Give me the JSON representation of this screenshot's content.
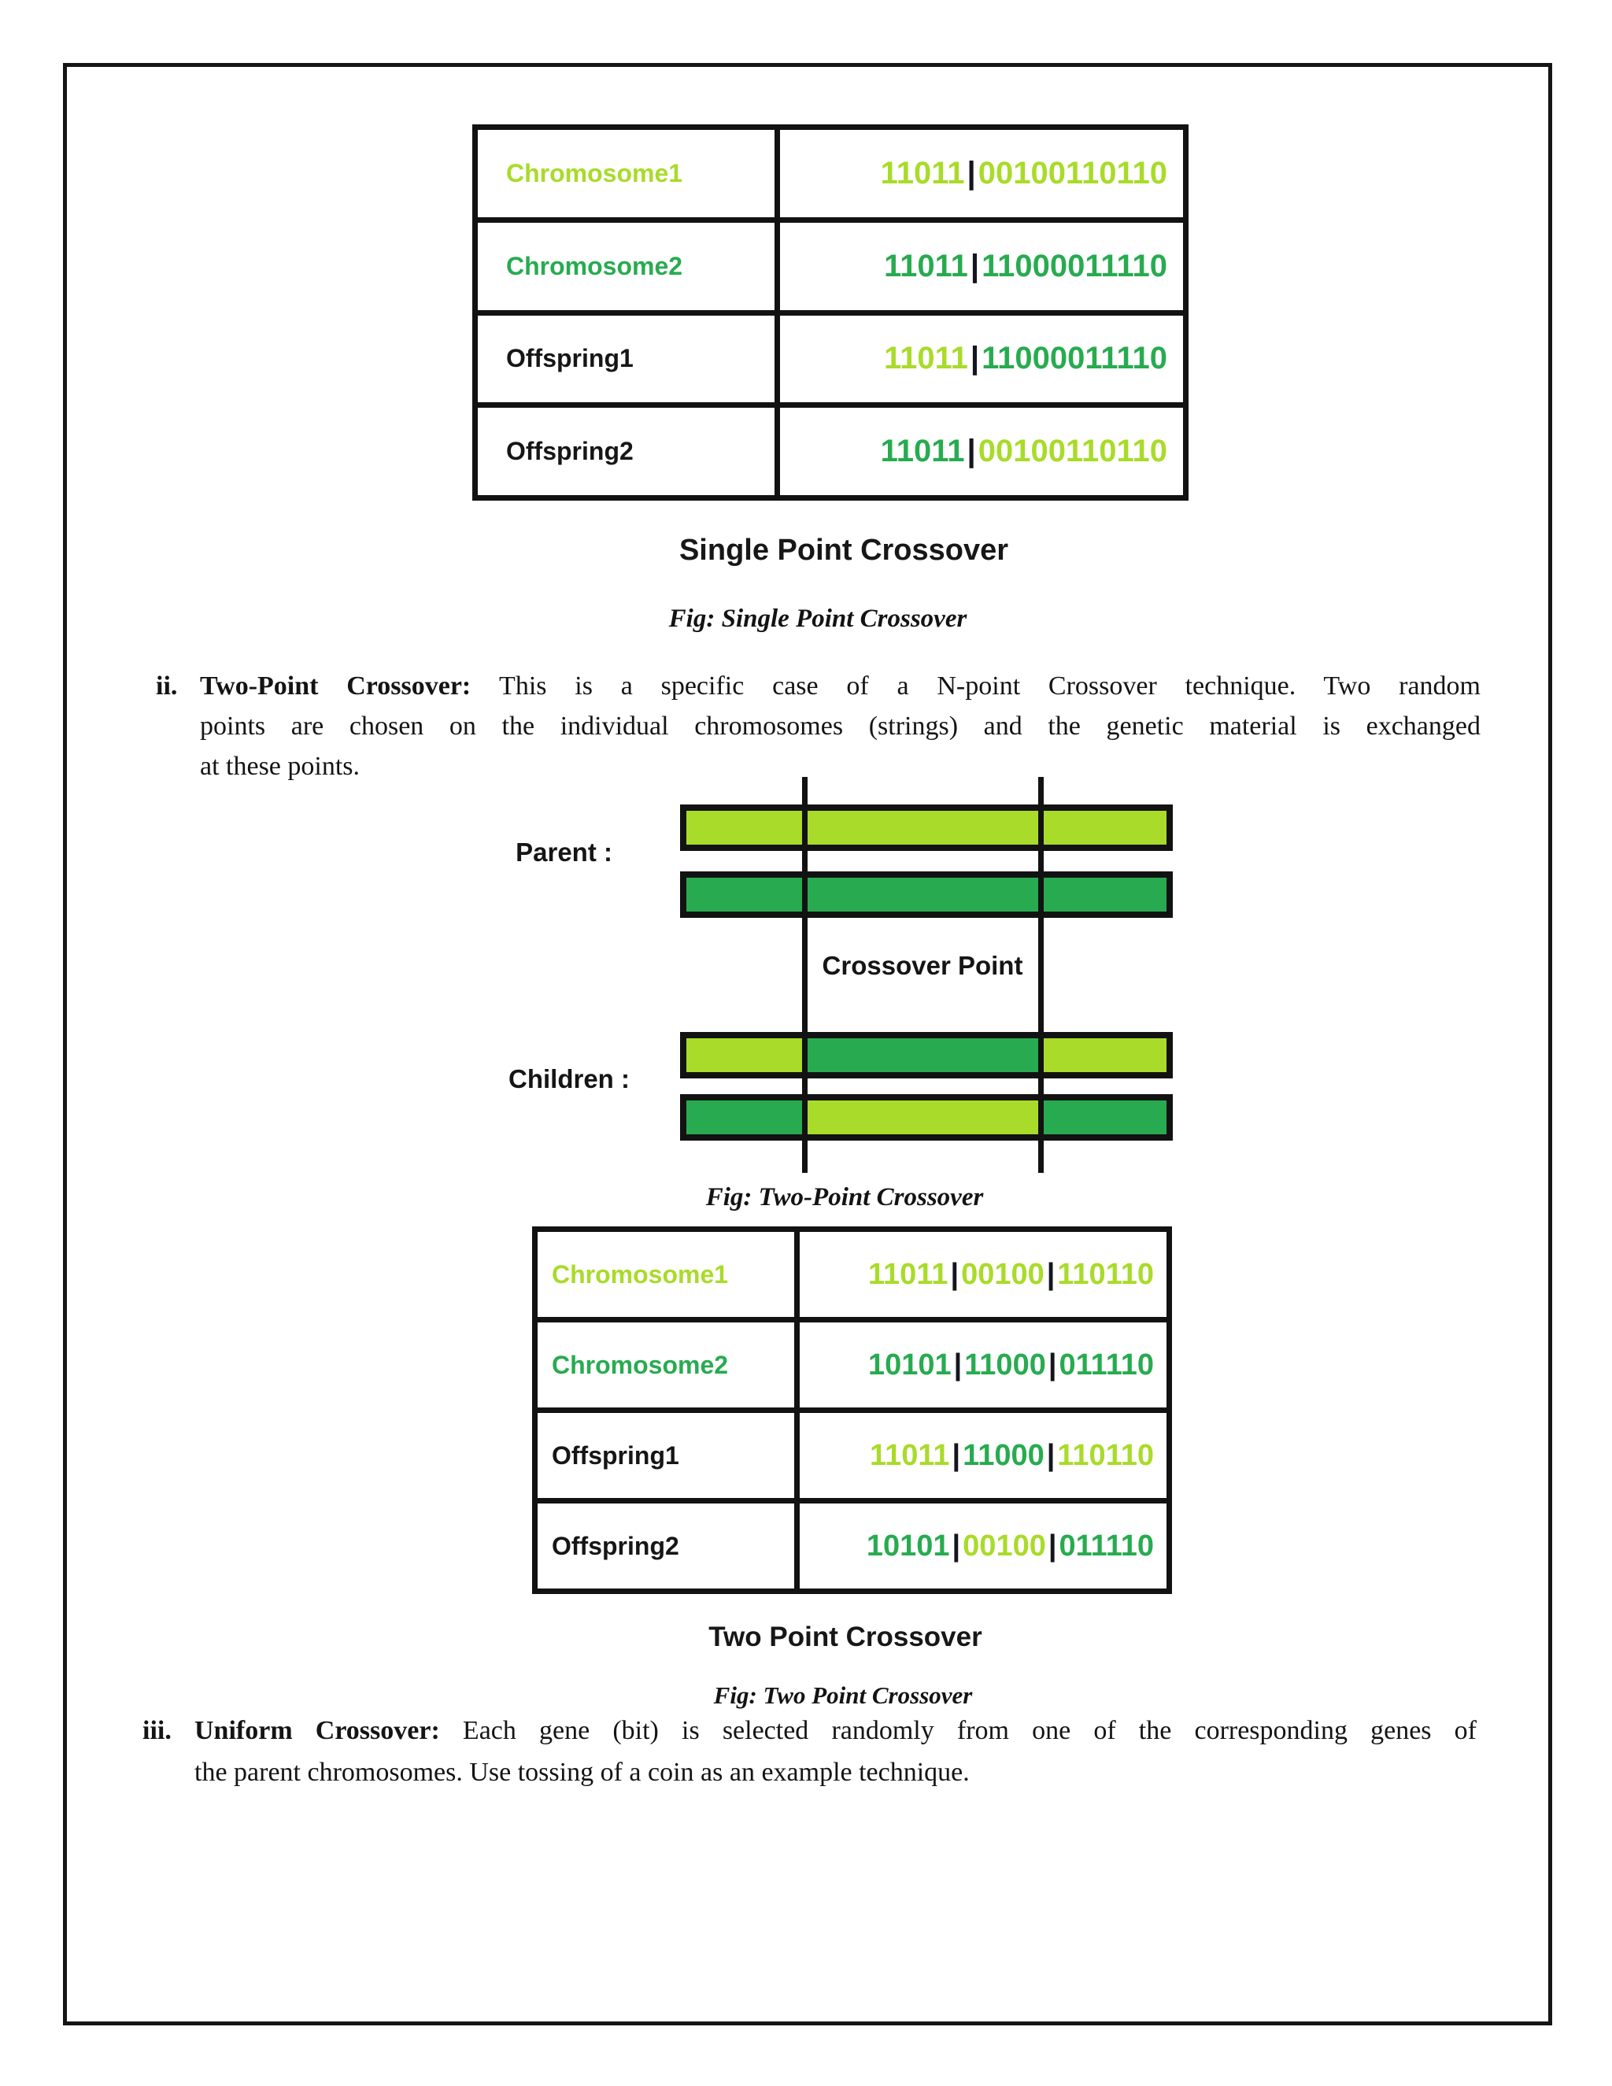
{
  "colors": {
    "light_green": "#a9db2a",
    "dark_green": "#28ab50",
    "pipe_black": "#15151f",
    "table_border": "#121212"
  },
  "single_point": {
    "caption": "Single Point Crossover",
    "fig_caption": "Fig: Single Point Crossover",
    "rows": [
      {
        "label": "Chromosome1",
        "label_color": "light",
        "segments": [
          {
            "t": "11011",
            "c": "light"
          },
          {
            "t": "|",
            "c": "pipe"
          },
          {
            "t": "00100110110",
            "c": "light"
          }
        ]
      },
      {
        "label": "Chromosome2",
        "label_color": "dark",
        "segments": [
          {
            "t": "11011",
            "c": "dark"
          },
          {
            "t": "|",
            "c": "pipe"
          },
          {
            "t": "11000011110",
            "c": "dark"
          }
        ]
      },
      {
        "label": "Offspring1",
        "label_color": "black",
        "segments": [
          {
            "t": "11011",
            "c": "light"
          },
          {
            "t": "|",
            "c": "pipe"
          },
          {
            "t": "11000011110",
            "c": "dark"
          }
        ]
      },
      {
        "label": "Offspring2",
        "label_color": "black",
        "segments": [
          {
            "t": "11011",
            "c": "dark"
          },
          {
            "t": "|",
            "c": "pipe"
          },
          {
            "t": "00100110110",
            "c": "light"
          }
        ]
      }
    ]
  },
  "section_two_point": {
    "marker": "ii.",
    "lead": "Two-Point Crossover:",
    "lines": [
      "This is a specific case of a N-point Crossover technique. Two random",
      "points are chosen on the individual chromosomes (strings) and the genetic material is exchanged",
      "at these points."
    ]
  },
  "diagram": {
    "parent_label": "Parent :",
    "children_label": "Children :",
    "crossover_label": "Crossover Point",
    "fig_caption": "Fig: Two-Point Crossover",
    "parent_bars": [
      "light",
      "dark"
    ],
    "child_bars": [
      [
        "light",
        "dark",
        "light"
      ],
      [
        "dark",
        "light",
        "dark"
      ]
    ],
    "segment_widths_pct": [
      24.6,
      49.2,
      26.2
    ]
  },
  "two_point": {
    "caption": "Two Point Crossover",
    "fig_caption": "Fig: Two Point Crossover",
    "rows": [
      {
        "label": "Chromosome1",
        "label_color": "light",
        "segments": [
          {
            "t": "11011",
            "c": "light"
          },
          {
            "t": "|",
            "c": "pipe"
          },
          {
            "t": "00100",
            "c": "light"
          },
          {
            "t": "|",
            "c": "pipe"
          },
          {
            "t": "110110",
            "c": "light"
          }
        ]
      },
      {
        "label": "Chromosome2",
        "label_color": "dark",
        "segments": [
          {
            "t": "10101",
            "c": "dark"
          },
          {
            "t": "|",
            "c": "pipe"
          },
          {
            "t": "11000",
            "c": "dark"
          },
          {
            "t": "|",
            "c": "pipe"
          },
          {
            "t": "011110",
            "c": "dark"
          }
        ]
      },
      {
        "label": "Offspring1",
        "label_color": "black",
        "segments": [
          {
            "t": "11011",
            "c": "light"
          },
          {
            "t": "|",
            "c": "pipe"
          },
          {
            "t": "11000",
            "c": "dark"
          },
          {
            "t": "|",
            "c": "pipe"
          },
          {
            "t": "110110",
            "c": "light"
          }
        ]
      },
      {
        "label": "Offspring2",
        "label_color": "black",
        "segments": [
          {
            "t": "10101",
            "c": "dark"
          },
          {
            "t": "|",
            "c": "pipe"
          },
          {
            "t": "00100",
            "c": "light"
          },
          {
            "t": "|",
            "c": "pipe"
          },
          {
            "t": "011110",
            "c": "dark"
          }
        ]
      }
    ]
  },
  "section_uniform": {
    "marker": "iii.",
    "lead": "Uniform Crossover:",
    "lines": [
      "Each gene (bit) is selected randomly from one of the corresponding genes of",
      "the parent chromosomes. Use tossing of a coin as an example technique."
    ]
  }
}
